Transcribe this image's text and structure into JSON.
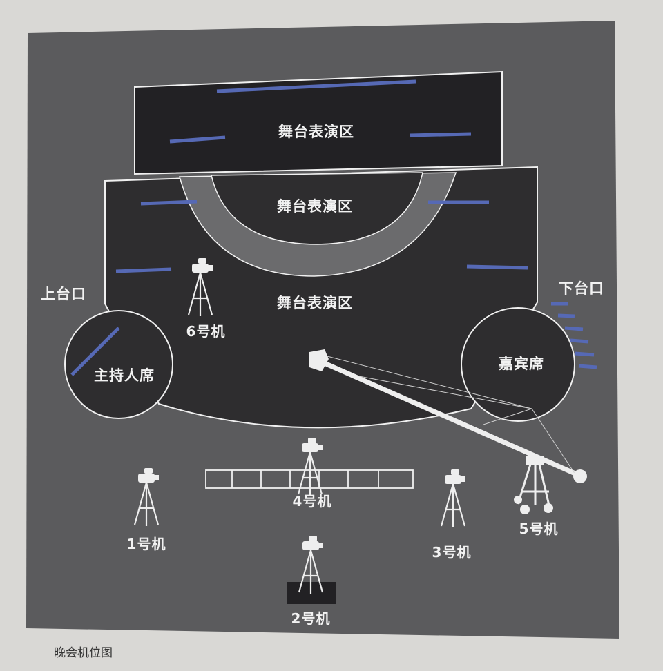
{
  "labels": {
    "stage_back": "舞台表演区",
    "stage_middle": "舞台表演区",
    "stage_front": "舞台表演区",
    "stage_entrance": "上台口",
    "stage_exit": "下台口",
    "host_seat": "主持人席",
    "guest_seat": "嘉宾席"
  },
  "cameras": {
    "cam1": "1号机",
    "cam2": "2号机",
    "cam3": "3号机",
    "cam4": "4号机",
    "cam5": "5号机",
    "cam6": "6号机"
  },
  "caption": "晚会机位图",
  "colors": {
    "background": "#5b5b5d",
    "stage": "#2e2d2f",
    "stage_back": "#222124",
    "lines": "#f0f0f0",
    "lights": "#5669b5"
  },
  "icons": {
    "camera": "tripod-camera-icon",
    "crane": "camera-crane-icon",
    "light": "stage-light-bar"
  }
}
